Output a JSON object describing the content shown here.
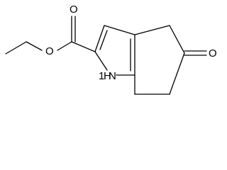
{
  "atoms": {
    "carbonyl_o_top": "O",
    "ester_o": "O",
    "ketone_o": "O",
    "nh": "H",
    "nh_n": "N",
    "nh_one": "1"
  }
}
